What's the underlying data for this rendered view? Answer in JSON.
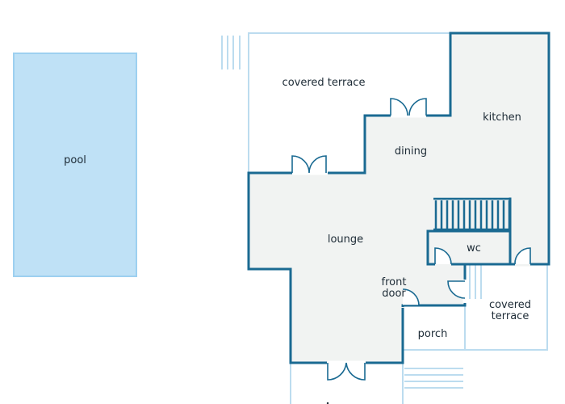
{
  "colors": {
    "wall": "#1a6a92",
    "outdoor_line": "#bcdcef",
    "floor": "#f1f3f2",
    "pool_fill": "#bfe1f6",
    "pool_stroke": "#9dd0f0",
    "text": "#1d2b36"
  },
  "rooms": {
    "pool": "pool",
    "covered_terrace_top": "covered terrace",
    "kitchen": "kitchen",
    "dining": "dining",
    "lounge": "lounge",
    "wc": "wc",
    "front_door_line1": "front",
    "front_door_line2": "door",
    "porch": "porch",
    "covered_terrace_right_line1": "covered",
    "covered_terrace_right_line2": "terrace"
  }
}
